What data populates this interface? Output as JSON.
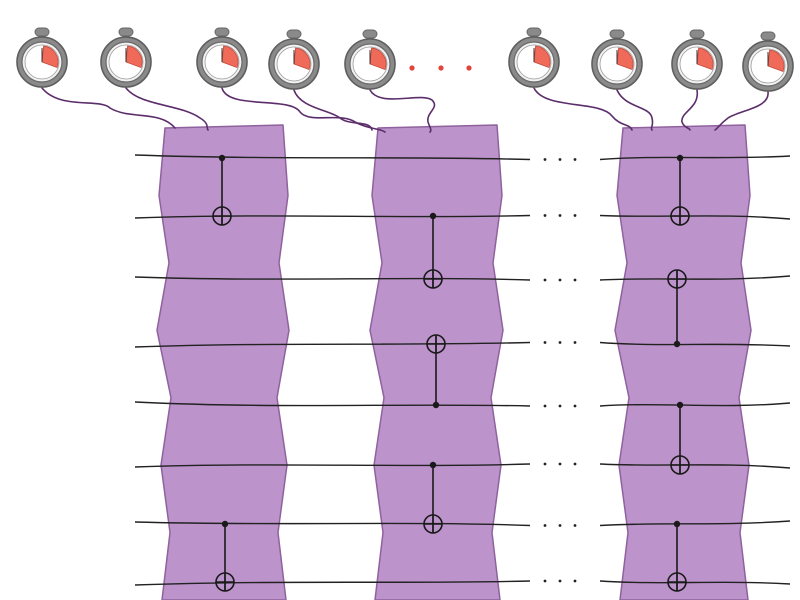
{
  "diagram": {
    "kind": "quantum-circuit-illustration",
    "colors": {
      "background": "#ffffff",
      "band_fill": "#b98ec8",
      "band_stroke": "#8a5a99",
      "wire": "#222222",
      "gate": "#1a1a1a",
      "timer_ring": "#8a8a8a",
      "timer_ring_inner": "#f2f2f2",
      "timer_face": "#ffffff",
      "timer_wedge": "#f06a5a",
      "cable": "#5b2d6b",
      "ellipsis_red": "#e0473a"
    },
    "wire_count": 8,
    "band_count": 3,
    "timer_count": 9,
    "timer_icon": "stopwatch-icon",
    "gates": [
      {
        "band": 0,
        "control_wire": 0,
        "target_wire": 1
      },
      {
        "band": 0,
        "control_wire": 6,
        "target_wire": 7
      },
      {
        "band": 1,
        "control_wire": 1,
        "target_wire": 2
      },
      {
        "band": 1,
        "control_wire": 4,
        "target_wire": 3
      },
      {
        "band": 1,
        "control_wire": 5,
        "target_wire": 6
      },
      {
        "band": 2,
        "control_wire": 0,
        "target_wire": 1
      },
      {
        "band": 2,
        "control_wire": 3,
        "target_wire": 2
      },
      {
        "band": 2,
        "control_wire": 4,
        "target_wire": 5
      },
      {
        "band": 2,
        "control_wire": 6,
        "target_wire": 7
      }
    ],
    "timer_ellipsis": true,
    "wire_ellipsis": true
  }
}
